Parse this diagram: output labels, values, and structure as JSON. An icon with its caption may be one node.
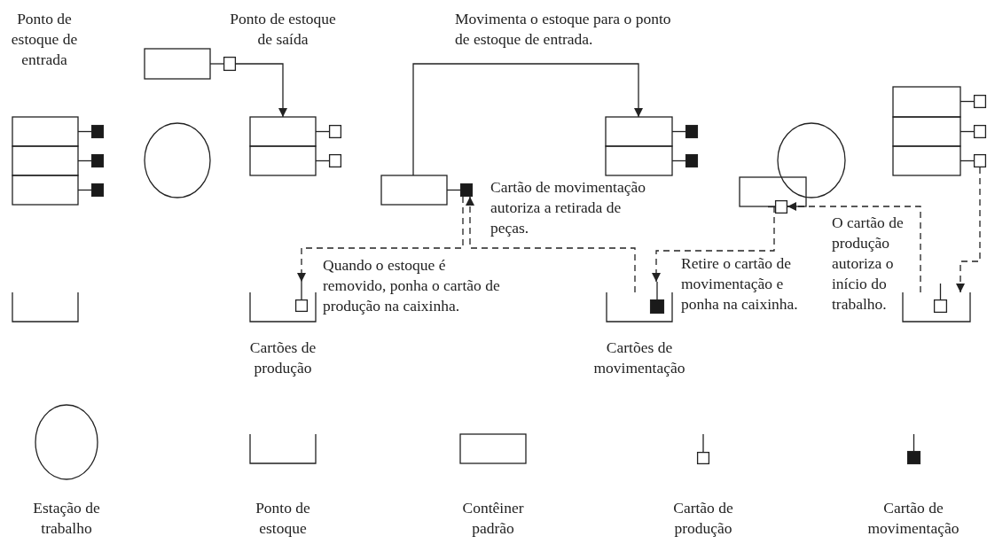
{
  "diagram": {
    "nodes": [
      {
        "text": [],
        "shape": "box"
      },
      {
        "text": [],
        "shape": "card"
      },
      {
        "text": [],
        "shape": "box"
      },
      {
        "text": [],
        "shape": "card"
      },
      {
        "text": [],
        "shape": "box"
      },
      {
        "text": [],
        "shape": "card"
      },
      {
        "text": [],
        "shape": "box"
      },
      {
        "text": [],
        "shape": "card"
      },
      {
        "text": [],
        "shape": "circle"
      },
      {
        "text": [],
        "shape": "box"
      },
      {
        "text": [],
        "shape": "card"
      },
      {
        "text": [],
        "shape": "box"
      },
      {
        "text": [],
        "shape": "card"
      },
      {
        "text": [],
        "shape": "box"
      },
      {
        "text": [],
        "shape": "card"
      },
      {
        "text": [],
        "shape": "box"
      },
      {
        "text": [],
        "shape": "card"
      },
      {
        "text": [],
        "shape": "box"
      },
      {
        "text": [],
        "shape": "card"
      },
      {
        "text": [],
        "shape": "box"
      },
      {
        "text": [],
        "shape": "card"
      },
      {
        "text": [],
        "shape": "box"
      },
      {
        "text": [],
        "shape": "card"
      },
      {
        "text": [],
        "shape": "circle"
      },
      {
        "text": [],
        "shape": "box"
      },
      {
        "text": [],
        "shape": "card"
      },
      {
        "text": [],
        "shape": "box"
      },
      {
        "text": [],
        "shape": "card"
      },
      {
        "text": [],
        "shape": "tray"
      },
      {
        "text": [],
        "shape": "tray",
        "beside": [
          "Cartões de produção"
        ]
      },
      {
        "text": [],
        "shape": "card"
      },
      {
        "text": [],
        "shape": "tray",
        "beside": [
          "Cartões de movimentação"
        ]
      },
      {
        "text": [],
        "shape": "card"
      },
      {
        "text": [],
        "shape": "tray"
      },
      {
        "text": [],
        "shape": "card"
      }
    ],
    "edges": [
      {
        "from": 1,
        "to": 9,
        "arrow": "to"
      },
      {
        "from": 24,
        "to": 13,
        "arrow": "to"
      },
      {
        "from": 25,
        "to": 30,
        "arrow": "to",
        "style": "dashed"
      },
      {
        "from": 31,
        "to": 25,
        "arrow": "to",
        "style": "dashed"
      },
      {
        "from": 26,
        "to": 32,
        "arrow": "to",
        "style": "dashed"
      },
      {
        "from": 33,
        "to": 27,
        "arrow": "to",
        "style": "dashed"
      },
      {
        "from": 22,
        "to": 33,
        "arrow": "to",
        "style": "dashed"
      }
    ],
    "labels": [
      "Ponto de estoque de entrada",
      "Ponto de estoque de saída",
      "Movimenta o estoque para o ponto de estoque de entrada.",
      "Cartão de movimentação autoriza a retirada de peças.",
      "Quando o estoque é removido, ponha o cartão de produção na caixinha.",
      "Retire o cartão de movimentação e ponha na caixinha.",
      "O cartão de produção autoriza o início do trabalho."
    ],
    "legend": [
      {
        "text": "Estação de trabalho"
      },
      {
        "text": "Ponto de estoque"
      },
      {
        "text": "Contêiner padrão"
      },
      {
        "text": "Cartão de produção"
      },
      {
        "text": "Cartão de movimentação"
      }
    ]
  }
}
